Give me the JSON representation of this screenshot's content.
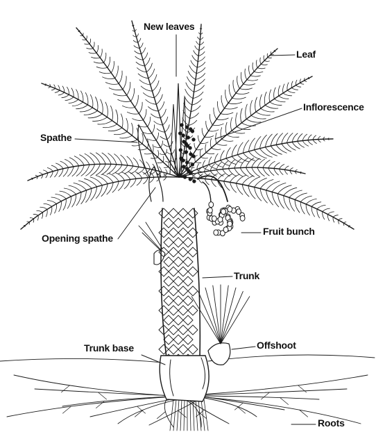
{
  "diagram": {
    "labels": {
      "new_leaves": "New leaves",
      "leaf": "Leaf",
      "inflorescence": "Inflorescence",
      "spathe": "Spathe",
      "opening_spathe": "Opening spathe",
      "fruit_bunch": "Fruit bunch",
      "trunk": "Trunk",
      "trunk_base": "Trunk base",
      "offshoot": "Offshoot",
      "roots": "Roots"
    },
    "colors": {
      "ink": "#1a1a1a",
      "background": "#ffffff"
    }
  }
}
